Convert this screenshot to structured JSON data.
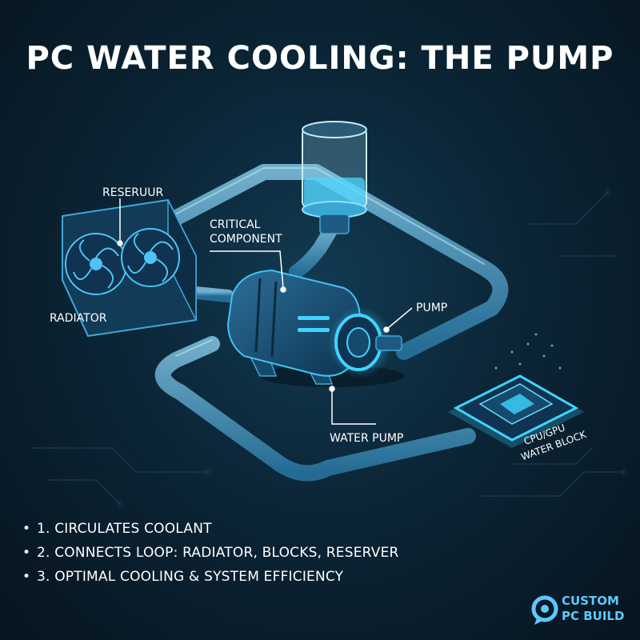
{
  "title": "PC WATER COOLING: THE PUMP",
  "labels": {
    "reservoir": "RESERUUR",
    "critical_line1": "CRITICAL",
    "critical_line2": "COMPONENT",
    "radiator": "RADIATOR",
    "pump": "PUMP",
    "water_pump": "WATER PUMP",
    "block_line1": "CPU/GPU",
    "block_line2": "WATER BLOCK"
  },
  "bullets": [
    "1. CIRCULATES COOLANT",
    "2. CONNECTS LOOP: RADIATOR, BLOCKS, RESERVER",
    "3. OPTIMAL COOLING & SYSTEM EFFICIENCY"
  ],
  "brand": {
    "line1": "CUSTOM",
    "line2": "PC BUILD"
  },
  "colors": {
    "accent": "#3fd4ff",
    "tube": "#4aa9d6",
    "brand": "#5ec8ff"
  }
}
